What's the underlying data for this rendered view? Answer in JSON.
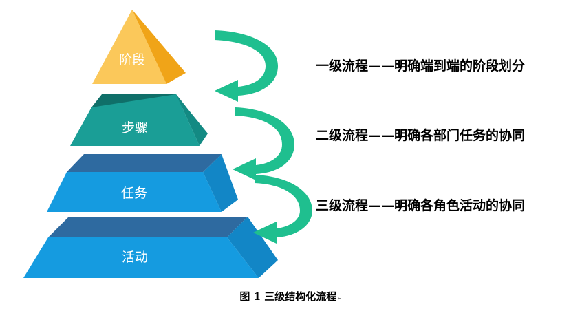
{
  "tiers": [
    {
      "label": "阶段",
      "color_front": "#fbc85a",
      "color_side": "#f0a418"
    },
    {
      "label": "步骤",
      "color_front": "#1a9e96",
      "color_top": "#0f6f69",
      "color_side": "#138a83"
    },
    {
      "label": "任务",
      "color_front": "#159be0",
      "color_top": "#2e6aa0",
      "color_side": "#1286c6"
    },
    {
      "label": "活动",
      "color_front": "#159be0",
      "color_top": "#2e6aa0",
      "color_side": "#1286c6"
    }
  ],
  "descriptions": [
    "一级流程——明确端到端的阶段划分",
    "二级流程——明确各部门任务的协同",
    "三级流程——明确各角色活动的协同"
  ],
  "arrow_color": "#1fbf8f",
  "caption": {
    "text": "图 1 三级结构化流程",
    "mark": "↵"
  }
}
